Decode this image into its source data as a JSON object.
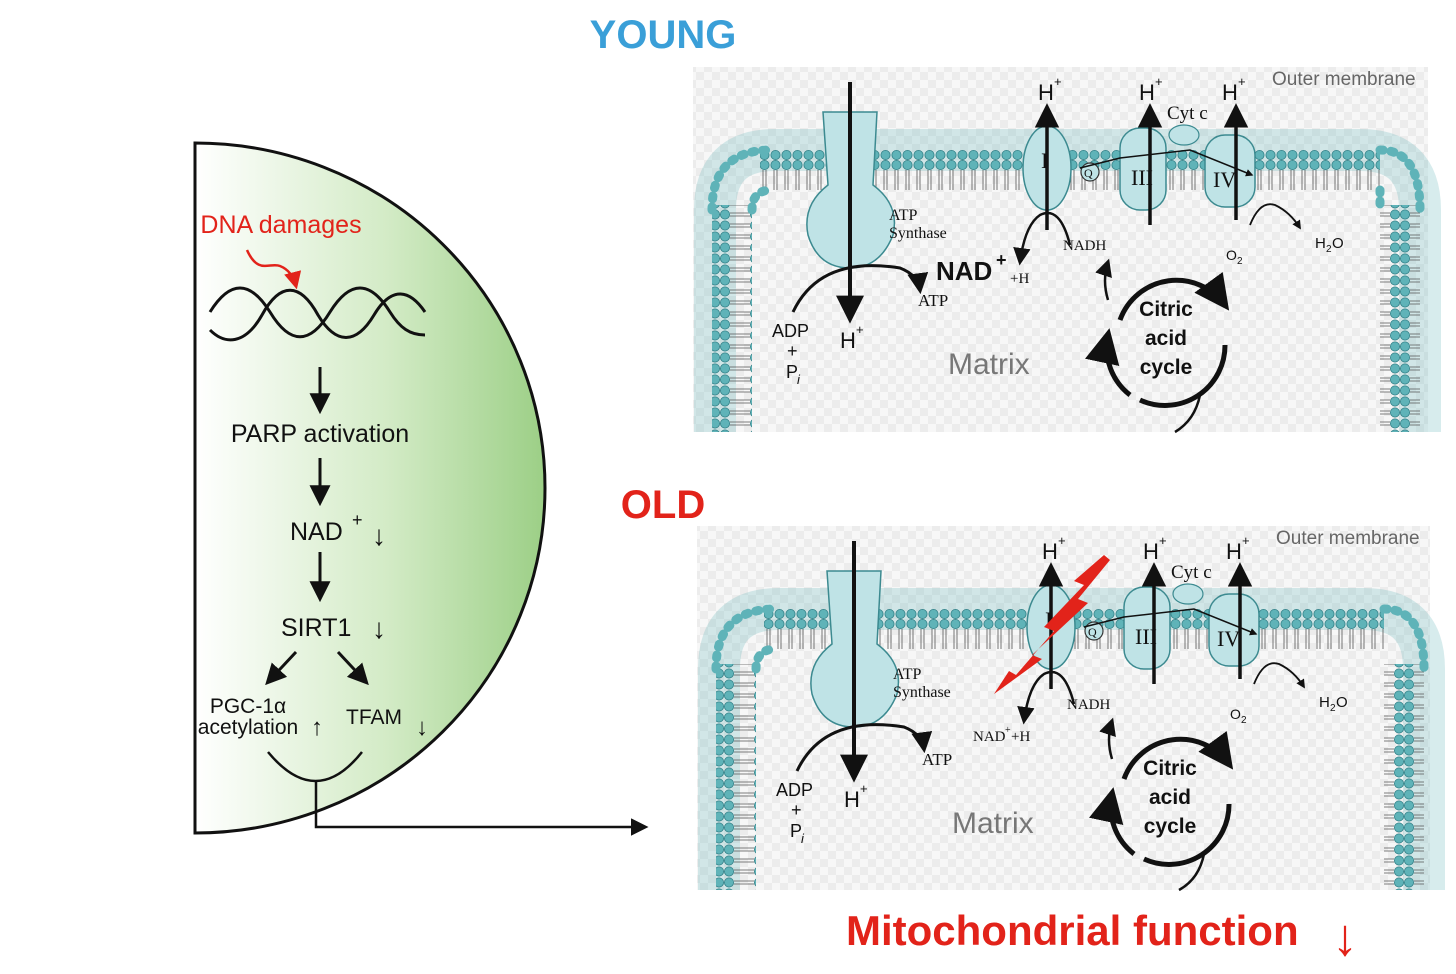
{
  "headers": {
    "young": "YOUNG",
    "old": "OLD"
  },
  "cell": {
    "dna_damage": "DNA damages",
    "parp": "PARP activation",
    "nad": "NAD",
    "nad_sup": "+",
    "sirt1": "SIRT1",
    "pgc_line1": "PGC-1α",
    "pgc_line2": "acetylation",
    "tfam": "TFAM",
    "down_arrow": "↓",
    "up_arrow": "↑"
  },
  "mito": {
    "outer_membrane": "Outer membrane",
    "h_plus": "H",
    "plus": "+",
    "cyt_c": "Cyt c",
    "complex_1": "I",
    "complex_3": "III",
    "complex_4": "IV",
    "q": "Q",
    "atp_synthase_1": "ATP",
    "atp_synthase_2": "Synthase",
    "atp": "ATP",
    "adp": "ADP",
    "plus_sign": "+",
    "pi": "P",
    "pi_sub": "i",
    "matrix": "Matrix",
    "nadh": "NADH",
    "o2": "O",
    "o2_sub": "2",
    "h2o_h": "H",
    "h2o_sub": "2",
    "h2o_o": "O",
    "citric_1": "Citric",
    "citric_2": "acid",
    "citric_3": "cycle",
    "young_nad": "NAD",
    "young_nad_sup": "+",
    "young_nad_h": "+H",
    "old_nad": "NAD",
    "old_nad_sup": "+",
    "old_nad_h": "+H"
  },
  "footer": {
    "mito_function": "Mitochondrial function",
    "down_arrow": "↓"
  },
  "colors": {
    "blue_header": "#3a9fd8",
    "red": "#e2231a",
    "membrane": "#5fb3b8",
    "protein": "#bfe3e6",
    "cell_green": "#9fd18a"
  }
}
